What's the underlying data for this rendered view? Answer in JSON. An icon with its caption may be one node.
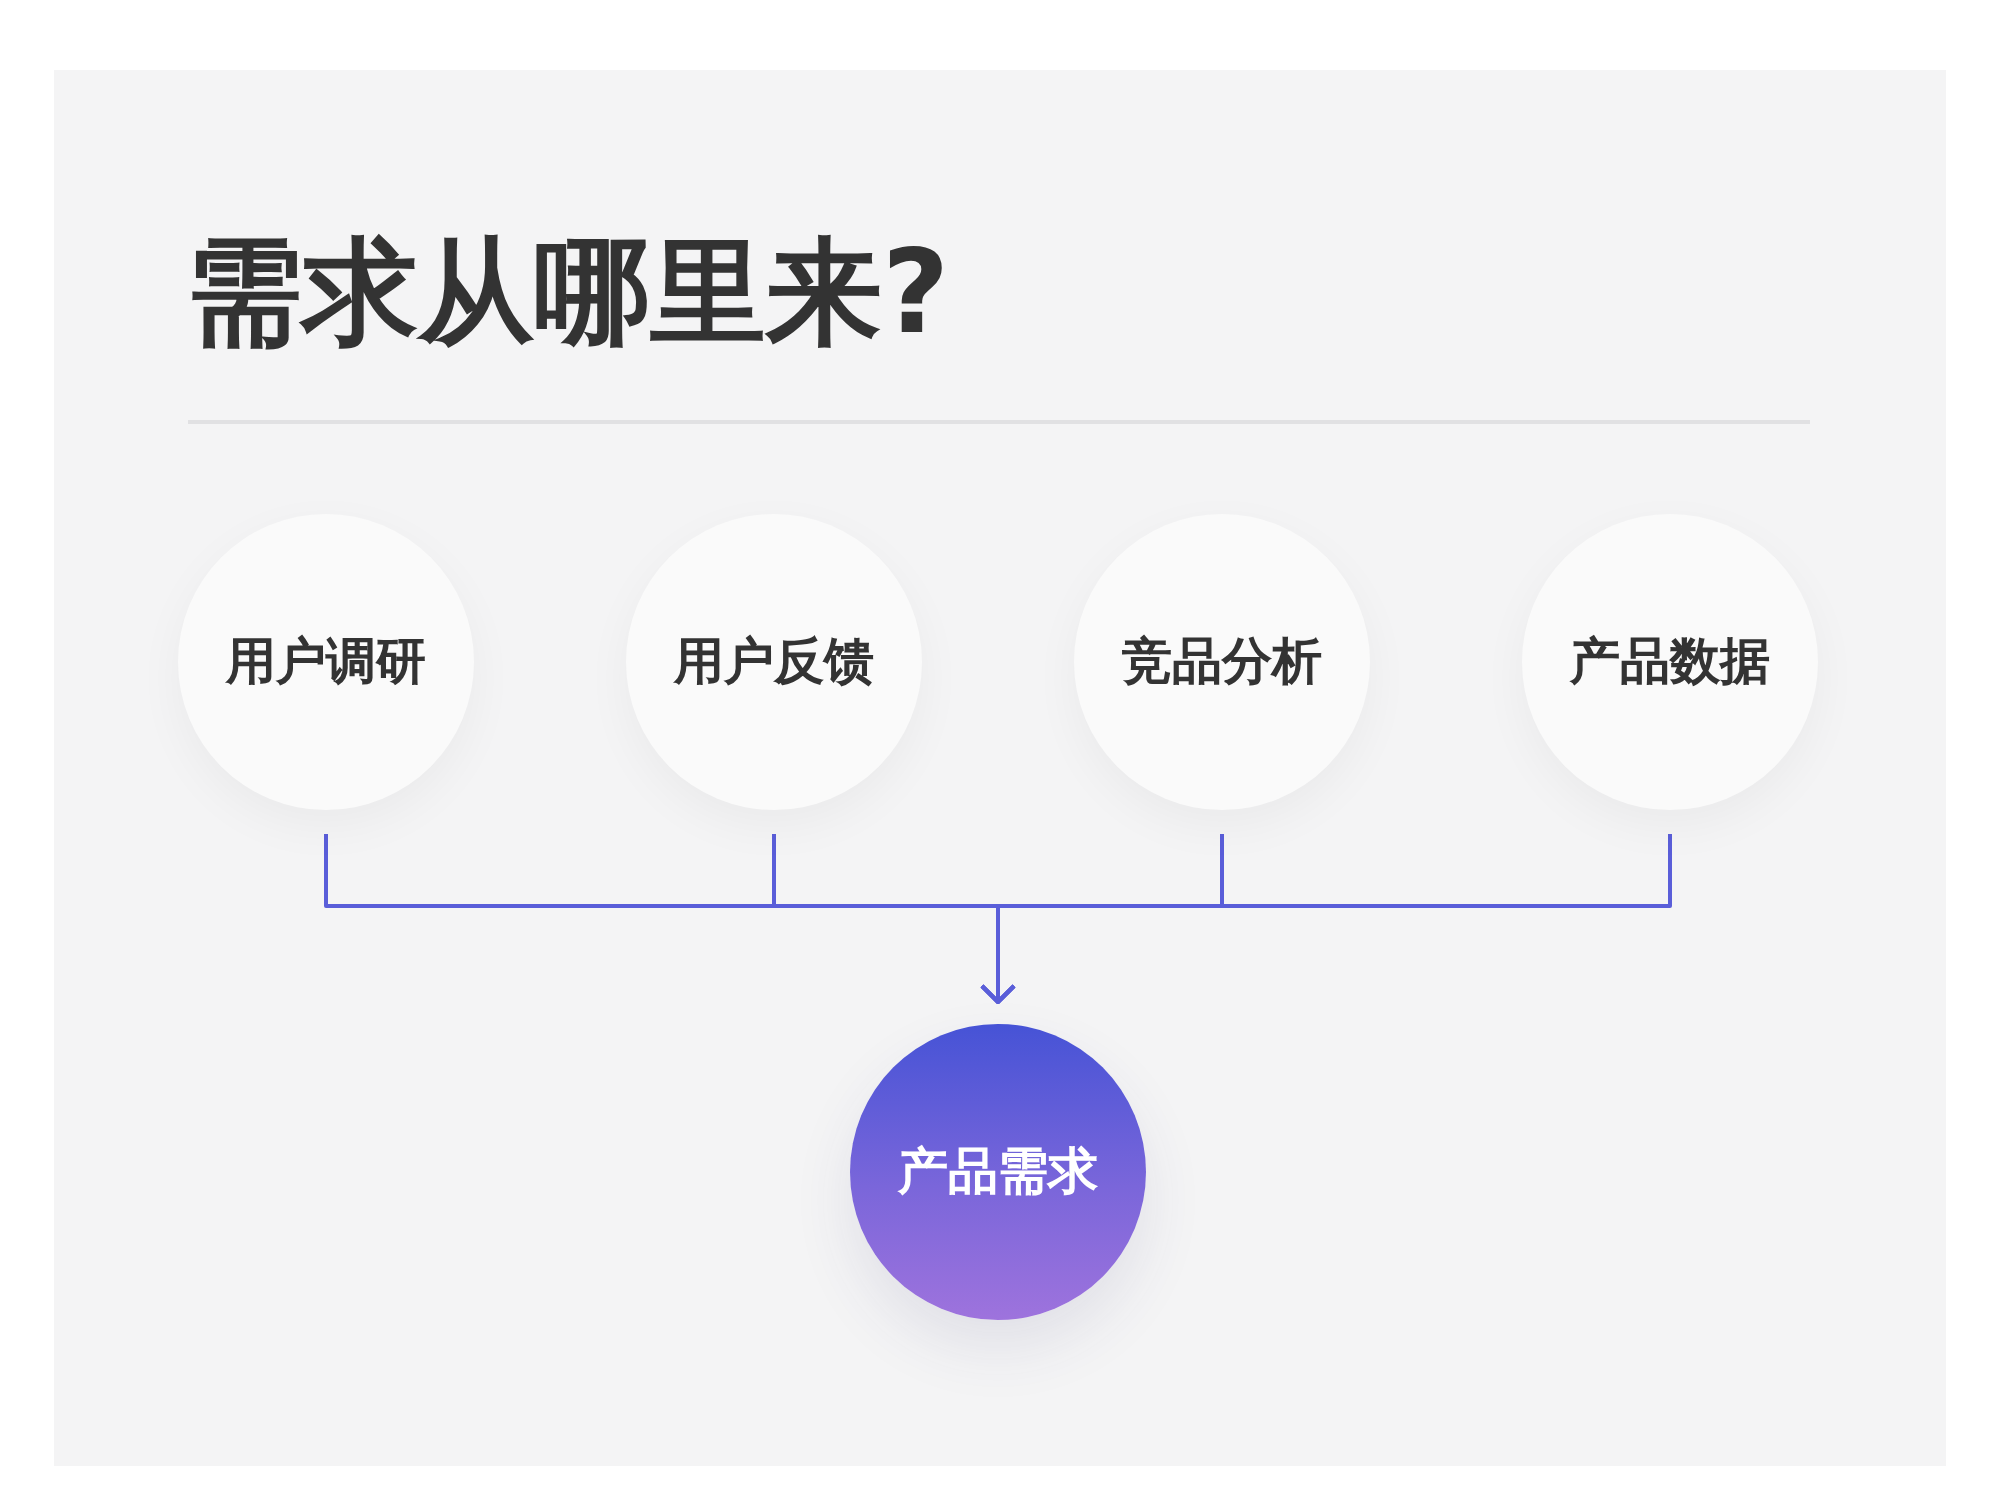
{
  "diagram": {
    "title": "需求从哪里来?",
    "nodes": [
      {
        "text": [
          "用户调研"
        ]
      },
      {
        "text": [
          "用户反馈"
        ]
      },
      {
        "text": [
          "竞品分析"
        ]
      },
      {
        "text": [
          "产品数据"
        ]
      },
      {
        "text": [
          "产品需求"
        ]
      }
    ],
    "edges": [
      {
        "from": 0,
        "to": 4,
        "arrow": "to"
      },
      {
        "from": 1,
        "to": 4,
        "arrow": "to"
      },
      {
        "from": 2,
        "to": 4,
        "arrow": "to"
      },
      {
        "from": 3,
        "to": 4,
        "arrow": "to"
      }
    ]
  }
}
